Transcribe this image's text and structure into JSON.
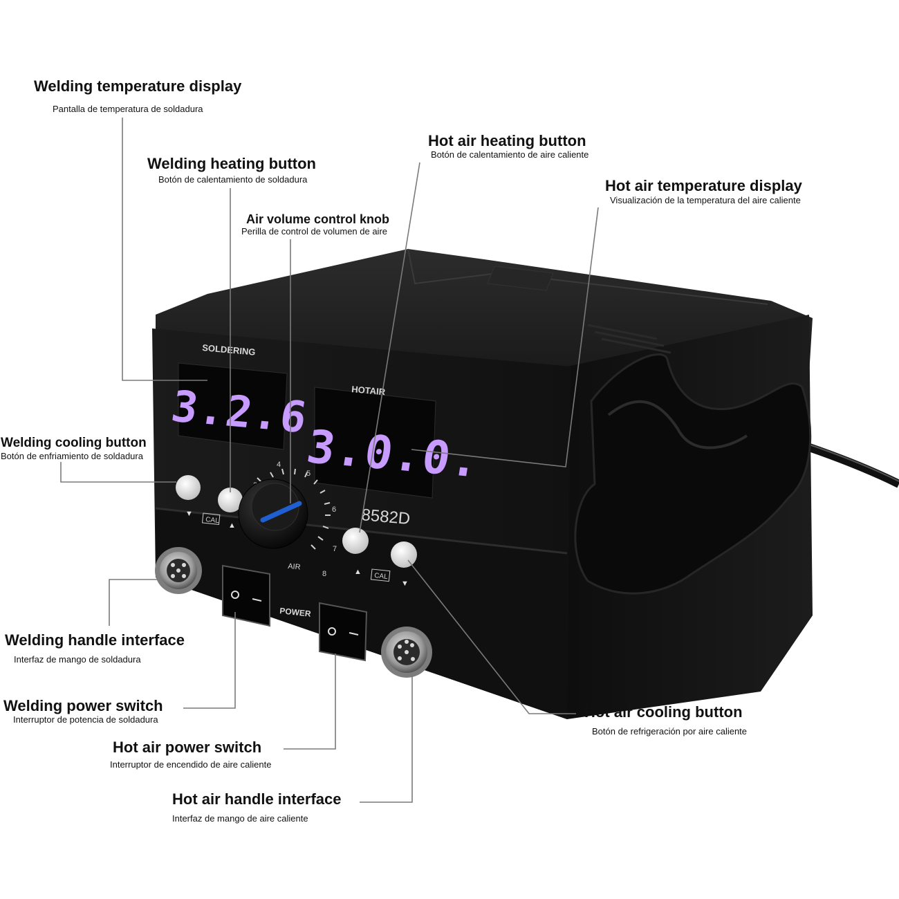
{
  "device": {
    "model": "8582D",
    "soldering_label": "SOLDERING",
    "hotair_label": "HOTAIR",
    "soldering_display": "3.2.6",
    "hotair_display": "3.0.0.",
    "air_label": "AIR",
    "power_label": "POWER",
    "cal_label": "CAL",
    "up_arrow": "▲",
    "down_arrow": "▼",
    "dial_numbers": [
      "3",
      "4",
      "5",
      "6",
      "7",
      "8"
    ],
    "colors": {
      "body": "#151515",
      "display": "#c79bff",
      "knob_pointer": "#1f5fd1",
      "button": "#dedede"
    }
  },
  "callouts": {
    "welding_temp_display": {
      "en": "Welding temperature display",
      "es": "Pantalla de temperatura de soldadura"
    },
    "welding_heating_button": {
      "en": "Welding heating button",
      "es": "Botón de calentamiento de soldadura"
    },
    "air_volume_knob": {
      "en": "Air volume control knob",
      "es": "Perilla de control de volumen de aire"
    },
    "hot_air_heating_button": {
      "en": "Hot air heating button",
      "es": "Botón de calentamiento de aire caliente"
    },
    "hot_air_temp_display": {
      "en": "Hot air temperature display",
      "es": "Visualización de la temperatura del aire caliente"
    },
    "welding_cooling_button": {
      "en": "Welding cooling button",
      "es": "Botón de enfriamiento de soldadura"
    },
    "welding_handle_interface": {
      "en": "Welding handle interface",
      "es": "Interfaz de mango de soldadura"
    },
    "welding_power_switch": {
      "en": "Welding power switch",
      "es": "Interruptor de potencia de soldadura"
    },
    "hot_air_power_switch": {
      "en": "Hot air power switch",
      "es": "Interruptor de encendido de aire caliente"
    },
    "hot_air_handle_interface": {
      "en": "Hot air handle interface",
      "es": "Interfaz de mango de aire caliente"
    },
    "hot_air_cooling_button": {
      "en": "Hot air cooling button",
      "es": "Botón de refrigeración por aire caliente"
    }
  }
}
